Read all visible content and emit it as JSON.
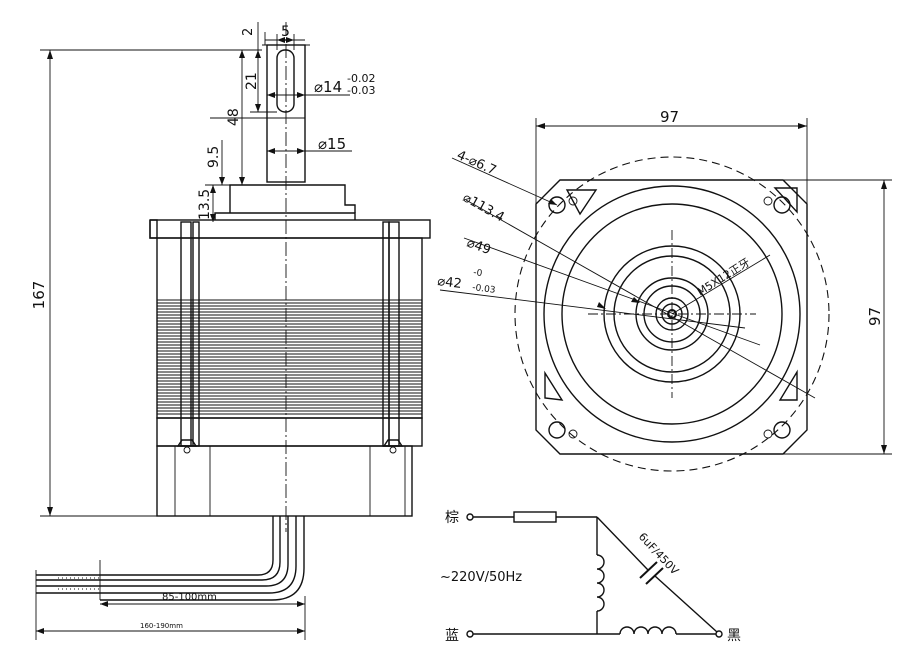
{
  "side_view": {
    "dim_overall_length": "167",
    "dim_key_offset": "2",
    "dim_key_width": "5",
    "dim_key_length": "21",
    "dim_shaft_length": "48",
    "dim_step_9_5": "9.5",
    "dim_step_13_5": "13.5",
    "dim_shaft_dia": "⌀14",
    "dim_shaft_tol_upper": "-0.02",
    "dim_shaft_tol_lower": "-0.03",
    "dim_shaft_step_dia": "⌀15",
    "lead_label_inner": "85-100mm",
    "lead_label_outer": "160-190mm"
  },
  "front_view": {
    "dim_width": "97",
    "dim_height": "97",
    "holes_label": "4-⌀6.7",
    "pcd_label": "⌀113.4",
    "boss_label": "⌀49",
    "spigot_label": "⌀42",
    "spigot_tol_upper": "-0",
    "spigot_tol_lower": "-0.03",
    "thread_label": "M5X12正牙"
  },
  "wiring": {
    "brown_label": "棕",
    "blue_label": "蓝",
    "black_label": "黑",
    "supply_label": "~220V/50Hz",
    "capacitor_label": "6uF/450V"
  }
}
